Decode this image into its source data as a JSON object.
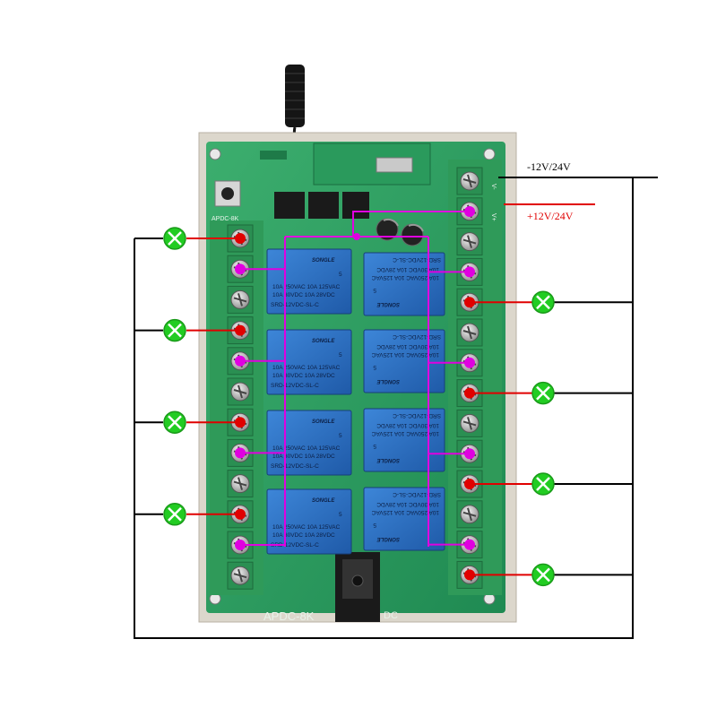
{
  "supply": {
    "negative_label": "-12V/24V",
    "positive_label": "+12V/24V"
  },
  "board": {
    "model": "APDC-8K",
    "dc_label": "DC",
    "button_label": "APDC-8K"
  },
  "relay": {
    "brand": "SONGLE",
    "line1": "10A 250VAC  10A 125VAC",
    "line2": "10A 30VDC  10A 28VDC",
    "model": "SRD-12VDC-SL-C",
    "right_model": "SRD-12VDC-SL-C",
    "right_line1": "10A 250VAC  10A 125VAC",
    "right_line2": "10A 30VDC  10A 28VDC",
    "right_brand": "SONGLE",
    "rating_number": "5"
  },
  "terminal_labels": {
    "right_top": [
      "V-",
      "V+"
    ],
    "right_top_color": "#f4f4f4"
  },
  "colors": {
    "positive_wire": "#e000e0",
    "no_wire": "#e00000",
    "negative_wire": "#000000",
    "board": "#2e9e62",
    "lamp": "#22cc22",
    "relay": "#2e6fc4"
  }
}
